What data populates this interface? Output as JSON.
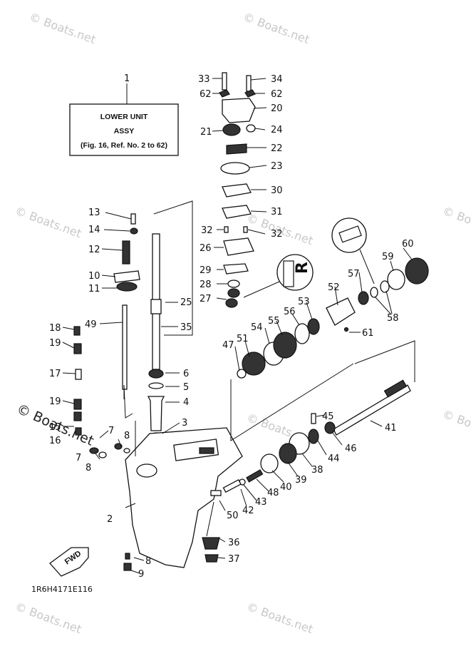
{
  "watermark": "© Boats.net",
  "assembly_box": {
    "line1": "LOWER UNIT",
    "line2": "ASSY",
    "line3": "(Fig. 16, Ref. No. 2 to 62)"
  },
  "drawing_code": "1R6H4171E116",
  "fwd_label": "FWD",
  "r_mark": "R",
  "part_labels": [
    "1",
    "2",
    "3",
    "4",
    "5",
    "6",
    "7",
    "7",
    "8",
    "8",
    "8",
    "9",
    "10",
    "11",
    "12",
    "13",
    "14",
    "15",
    "16",
    "17",
    "18",
    "19",
    "19",
    "20",
    "21",
    "22",
    "23",
    "24",
    "25",
    "26",
    "27",
    "28",
    "29",
    "30",
    "31",
    "32",
    "32",
    "33",
    "34",
    "35",
    "36",
    "37",
    "38",
    "39",
    "40",
    "41",
    "42",
    "43",
    "44",
    "45",
    "46",
    "47",
    "48",
    "49",
    "50",
    "51",
    "52",
    "53",
    "54",
    "55",
    "56",
    "57",
    "58",
    "59",
    "60",
    "61",
    "62",
    "62"
  ]
}
